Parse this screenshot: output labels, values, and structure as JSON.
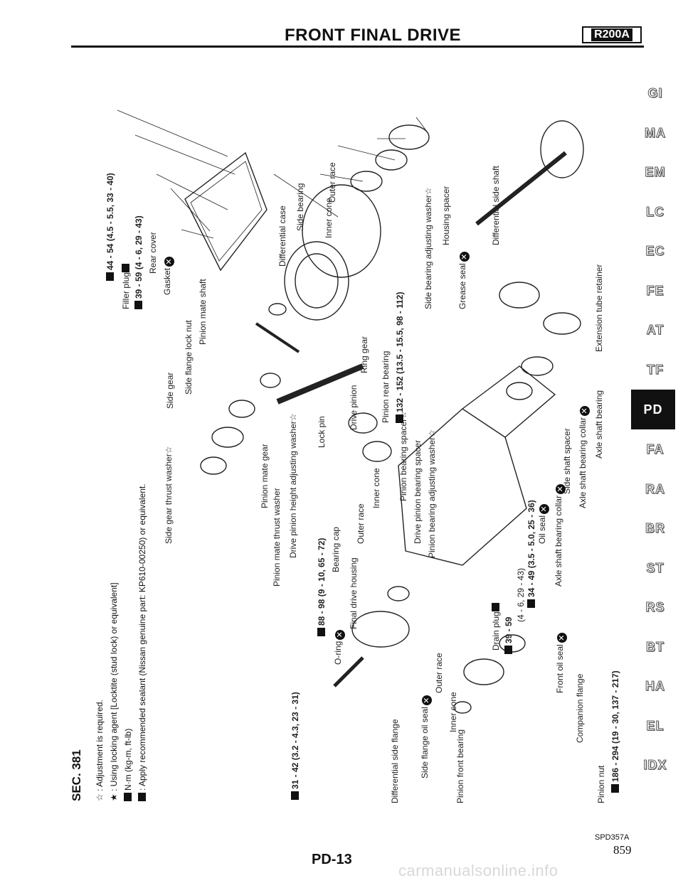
{
  "header": {
    "title": "FRONT FINAL DRIVE",
    "model": "R200A"
  },
  "side_index": [
    "GI",
    "MA",
    "EM",
    "LC",
    "EC",
    "FE",
    "AT",
    "TF",
    "PD",
    "FA",
    "RA",
    "BR",
    "ST",
    "RS",
    "BT",
    "HA",
    "EL",
    "IDX"
  ],
  "active_section": "PD",
  "sec_code": "SEC. 381",
  "legend": [
    "☆ : Adjustment is required.",
    "★ : Using locking agent [Locktite (stud lock) or equivalent]",
    "N·m (kg-m, ft-lb)",
    ": Apply recommended sealant (Nissan genuine part: KP610-00250) or equivalent."
  ],
  "labels": {
    "torque_31": "31 - 42 (3.2 - 4.3, 23 - 31)",
    "diff_side_flange": "Differential side flange",
    "o_ring": "O-ring",
    "side_flange_oil_seal": "Side flange oil seal",
    "pinion_front_bearing": "Pinion front bearing",
    "inner_cone_1": "Inner cone",
    "outer_race_1": "Outer race",
    "torque_88": "88 - 98 (9 - 10, 65 - 72)",
    "final_drive_housing": "Final drive housing",
    "bearing_cap": "Bearing cap",
    "drive_pinion_height": "Drive pinion height adjusting washer☆",
    "pinion_mate_thrust": "Pinion mate thrust washer",
    "pinion_mate_gear": "Pinion mate gear",
    "side_gear_thrust": "Side gear thrust washer☆",
    "side_gear": "Side gear",
    "side_flange_lock_nut": "Side flange lock nut",
    "pinion_mate_shaft": "Pinion mate shaft",
    "lock_pin": "Lock pin",
    "drive_pinion": "Drive pinion",
    "pinion_rear_bearing": "Pinion rear bearing",
    "torque_132": "132 - 152 (13.5 - 15.5, 98 - 112)",
    "ring_gear": "Ring gear",
    "diff_case": "Differential case",
    "side_bearing": "Side bearing",
    "inner_cone_2": "Inner cone",
    "outer_race_2": "Outer race",
    "side_bearing_adj": "Side bearing adjusting washer☆",
    "housing_spacer": "Housing spacer",
    "grease_seal": "Grease seal",
    "diff_side_shaft": "Differential side shaft",
    "ext_tube_retainer": "Extension tube retainer",
    "axle_shaft_bearing": "Axle shaft bearing",
    "axle_shaft_bearing_collar": "Axle shaft bearing collar",
    "side_shaft_spacer": "Side shaft spacer",
    "axle_shaft_bearing_collar_2": "Axle shaft bearing collar",
    "oil_seal": "Oil seal",
    "torque_34": "34 - 49 (3.5 - 5.0, 25 - 36)",
    "drain_plug": "Drain plug",
    "torque_39a": "39 - 59",
    "torque_39a_2": "(4 - 6, 29 - 43)",
    "front_oil_seal": "Front oil seal",
    "companion_flange": "Companion flange",
    "pinion_nut": "Pinion nut",
    "torque_186": "186 - 294 (19 - 30, 137 - 217)",
    "outer_race_3": "Outer race",
    "inner_cone_3": "Inner cone",
    "pinion_bearing_spacer": "Pinion bearing spacer☆",
    "pinion_bearing_adj": "Pinion bearing adjusting washer☆",
    "drive_pinion_bearing_spacer": "Drive pinion bearing spacer",
    "torque_44": "44 - 54 (4.5 - 5.5, 33 - 40)",
    "filler_plug": "Filler plug",
    "torque_39b": "39 - 59 (4 - 6, 29 - 43)",
    "rear_cover": "Rear cover",
    "gasket": "Gasket"
  },
  "footer": {
    "figure_code": "SPD357A",
    "page_number": "859",
    "page_code": "PD-13",
    "watermark": "carmanualsonline.info"
  }
}
